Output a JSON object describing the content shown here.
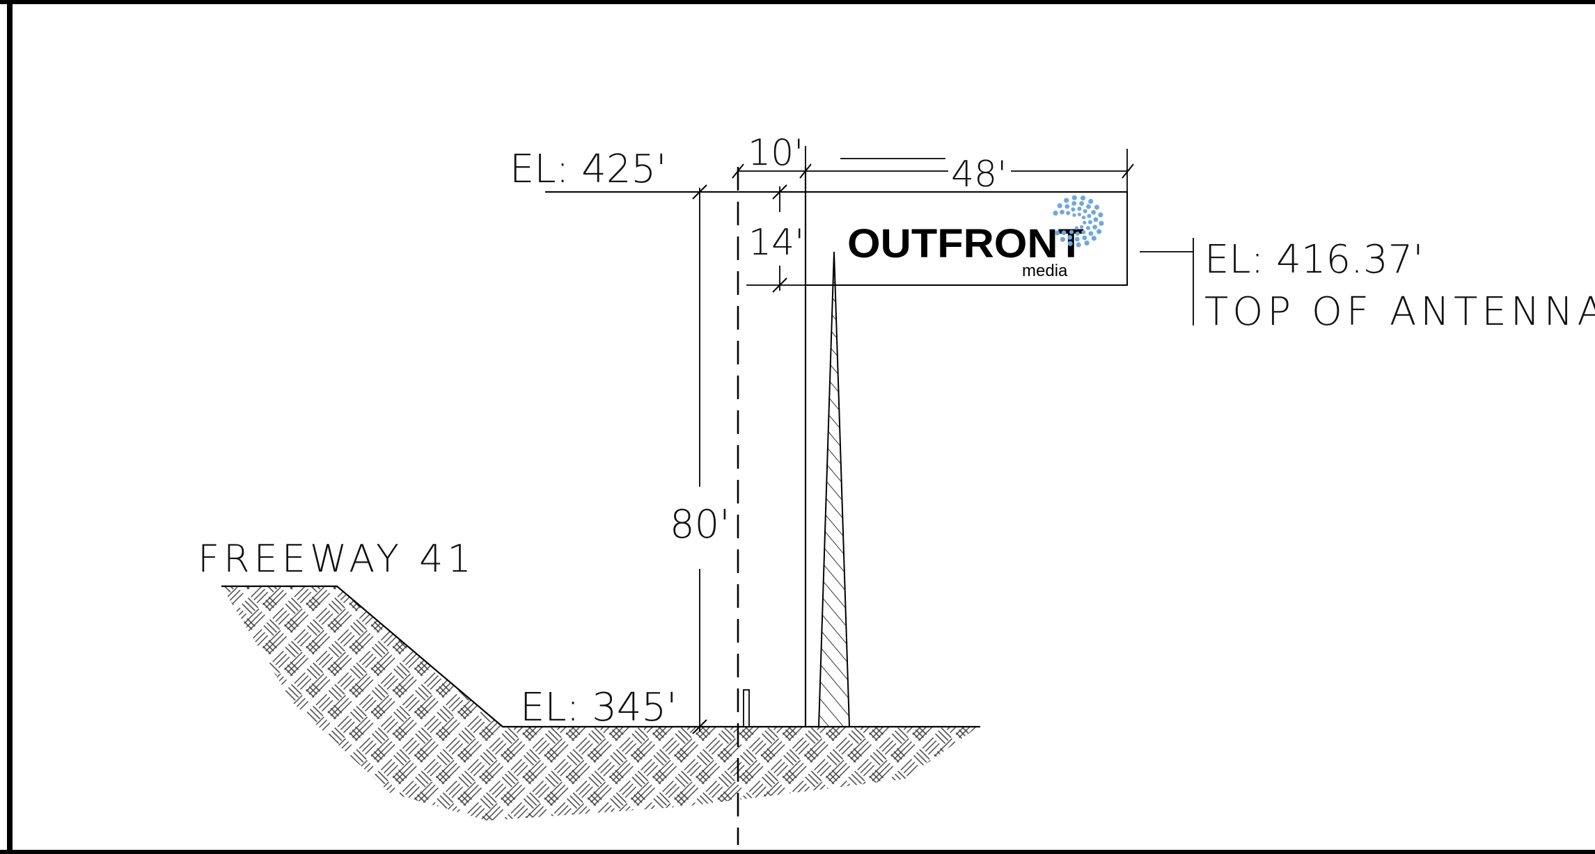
{
  "labels": {
    "top_elevation": "EL: 425'",
    "ground_elevation": "EL: 345'",
    "antennae_elevation": "EL: 416.37'",
    "antennae_caption": "TOP OF ANTENNAE",
    "freeway": "FREEWAY 41"
  },
  "dimensions": {
    "offset_width": "10'",
    "sign_width": "48'",
    "sign_height": "14'",
    "total_height": "80'"
  },
  "logo": {
    "wordmark": "OUTFRONT",
    "subtext": "media",
    "dot_color": "#6fa8dc"
  },
  "colors": {
    "line": "#000000",
    "border": "#000000"
  }
}
